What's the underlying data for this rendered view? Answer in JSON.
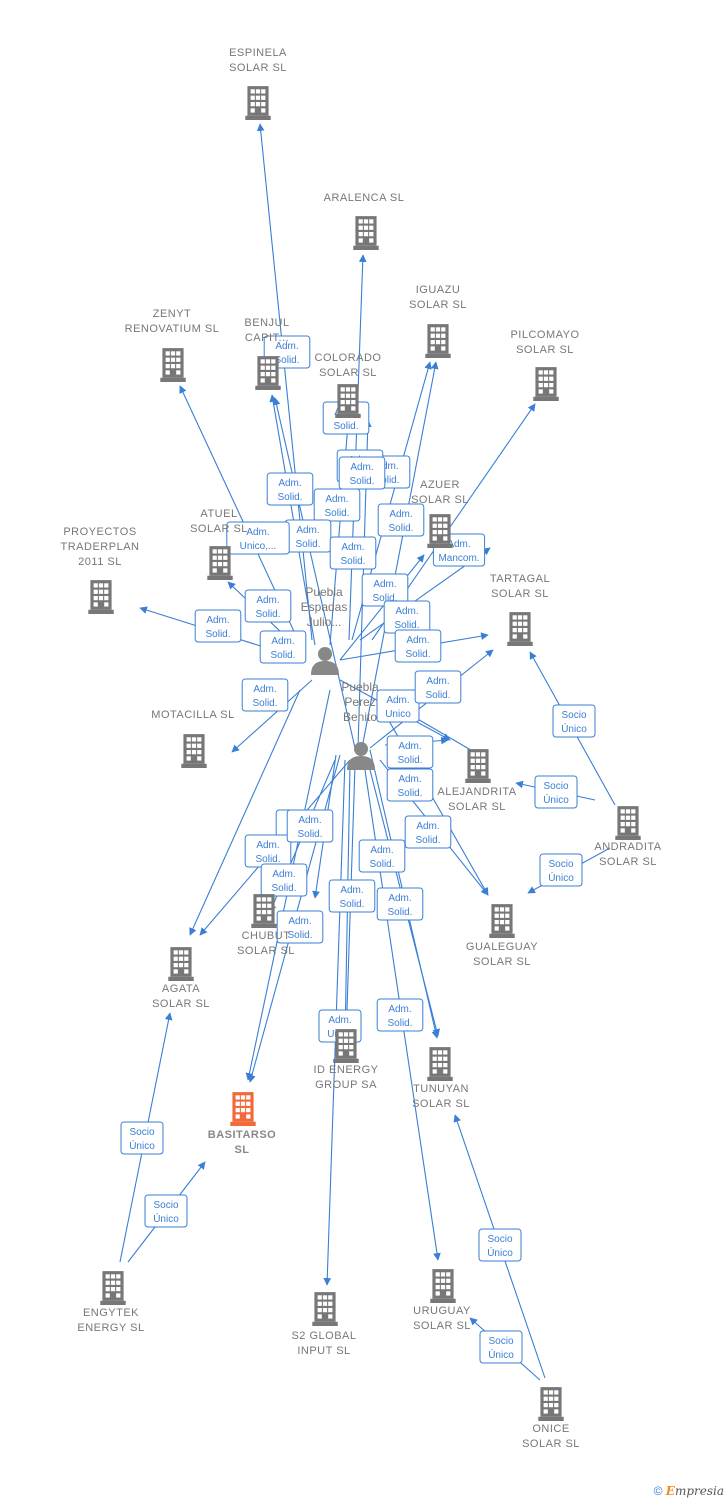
{
  "colors": {
    "edge": "#3a7fd5",
    "company": "#777777",
    "focus": "#f26a3a",
    "person": "#888888"
  },
  "companies": [
    {
      "id": "espinela",
      "lines": [
        "ESPINELA",
        "SOLAR  SL"
      ]
    },
    {
      "id": "aralenca",
      "lines": [
        "ARALENCA SL"
      ]
    },
    {
      "id": "iguazu",
      "lines": [
        "IGUAZU",
        "SOLAR  SL"
      ]
    },
    {
      "id": "pilcomayo",
      "lines": [
        "PILCOMAYO",
        "SOLAR  SL"
      ]
    },
    {
      "id": "zenyt",
      "lines": [
        "ZENYT",
        "RENOVATIUM SL"
      ]
    },
    {
      "id": "benjul",
      "lines": [
        "BENJUL",
        "CAPIT..."
      ]
    },
    {
      "id": "colorado",
      "lines": [
        "COLORADO",
        "SOLAR  SL"
      ]
    },
    {
      "id": "azuer",
      "lines": [
        "AZUER",
        "SOLAR  SL"
      ]
    },
    {
      "id": "atuel",
      "lines": [
        "ATUEL",
        "SOLAR  SL"
      ]
    },
    {
      "id": "proyectos",
      "lines": [
        "PROYECTOS",
        "TRADERPLAN",
        "2011 SL"
      ]
    },
    {
      "id": "tartagal",
      "lines": [
        "TARTAGAL",
        "SOLAR  SL"
      ]
    },
    {
      "id": "motacilla",
      "lines": [
        "MOTACILLA SL"
      ]
    },
    {
      "id": "alejandrita",
      "lines": [
        "ALEJANDRITA",
        "SOLAR  SL"
      ]
    },
    {
      "id": "andradita",
      "lines": [
        "ANDRADITA",
        "SOLAR  SL"
      ]
    },
    {
      "id": "chubut",
      "lines": [
        "CHUBUT",
        "SOLAR  SL"
      ]
    },
    {
      "id": "gualeguay",
      "lines": [
        "GUALEGUAY",
        "SOLAR  SL"
      ]
    },
    {
      "id": "agata",
      "lines": [
        "AGATA",
        "SOLAR  SL"
      ]
    },
    {
      "id": "idenergy",
      "lines": [
        "ID ENERGY",
        "GROUP SA"
      ]
    },
    {
      "id": "tunuyan",
      "lines": [
        "TUNUYAN",
        "SOLAR  SL"
      ]
    },
    {
      "id": "basitarso",
      "lines": [
        "BASITARSO",
        "SL"
      ],
      "focus": true
    },
    {
      "id": "engytek",
      "lines": [
        "ENGYTEK",
        "ENERGY  SL"
      ]
    },
    {
      "id": "s2global",
      "lines": [
        "S2 GLOBAL",
        "INPUT  SL"
      ]
    },
    {
      "id": "uruguay",
      "lines": [
        "URUGUAY",
        "SOLAR  SL"
      ]
    },
    {
      "id": "onice",
      "lines": [
        "ONICE",
        "SOLAR  SL"
      ]
    }
  ],
  "persons": [
    {
      "id": "p1",
      "lines": [
        "Puebla",
        "Espadas",
        "Julio..."
      ]
    },
    {
      "id": "p2",
      "lines": [
        "Puebla",
        "Perez",
        "Benito"
      ]
    }
  ],
  "edge_labels": [
    [
      "Adm.",
      "Solid."
    ],
    [
      "Adm.",
      "Solid."
    ],
    [
      "Adm.",
      "Solid."
    ],
    [
      "Adm.",
      "Solid."
    ],
    [
      "Adm.",
      "Solid."
    ],
    [
      "Adm.",
      "Solid."
    ],
    [
      "Adm.",
      "Solid."
    ],
    [
      "Adm.",
      "Solid."
    ],
    [
      "Adm.",
      "Unico,..."
    ],
    [
      "Adm.",
      "Solid."
    ],
    [
      "Adm.",
      "Solid."
    ],
    [
      "Adm.",
      "Mancom."
    ],
    [
      "Adm.",
      "Solid."
    ],
    [
      "Adm.",
      "Unico"
    ],
    [
      "Adm.",
      "Solid."
    ],
    [
      "Adm.",
      "Solid."
    ],
    [
      "Adm.",
      "Solid."
    ],
    [
      "Adm.",
      "Solid."
    ],
    [
      "Adm.",
      "Solid."
    ],
    [
      "Adm.",
      "Solid."
    ],
    [
      "Adm.",
      "Solid."
    ],
    [
      "Adm.",
      "Solid."
    ],
    [
      "Adm.",
      "Solid."
    ],
    [
      "Adm.",
      "Solid."
    ],
    [
      "Adm.",
      "Solid."
    ],
    [
      "Adm.",
      "Solid."
    ],
    [
      "Adm.",
      "Solid."
    ],
    [
      "Adm.",
      "Solid."
    ],
    [
      "Adm.",
      "Solid."
    ],
    [
      "Adm.",
      "Solid."
    ],
    [
      "Adm.",
      "Solid."
    ],
    [
      "Adm.",
      "Solid."
    ],
    [
      "Adm.",
      "Unico"
    ],
    [
      "Adm.",
      "Solid."
    ],
    [
      "Socio",
      "Único"
    ],
    [
      "Socio",
      "Único"
    ],
    [
      "Socio",
      "Único"
    ],
    [
      "Socio",
      "Único"
    ],
    [
      "Socio",
      "Único"
    ],
    [
      "Socio",
      "Único"
    ],
    [
      "Socio",
      "Único"
    ]
  ],
  "footer": {
    "copyright": "©",
    "brand_first": "E",
    "brand_rest": "mpresia"
  }
}
